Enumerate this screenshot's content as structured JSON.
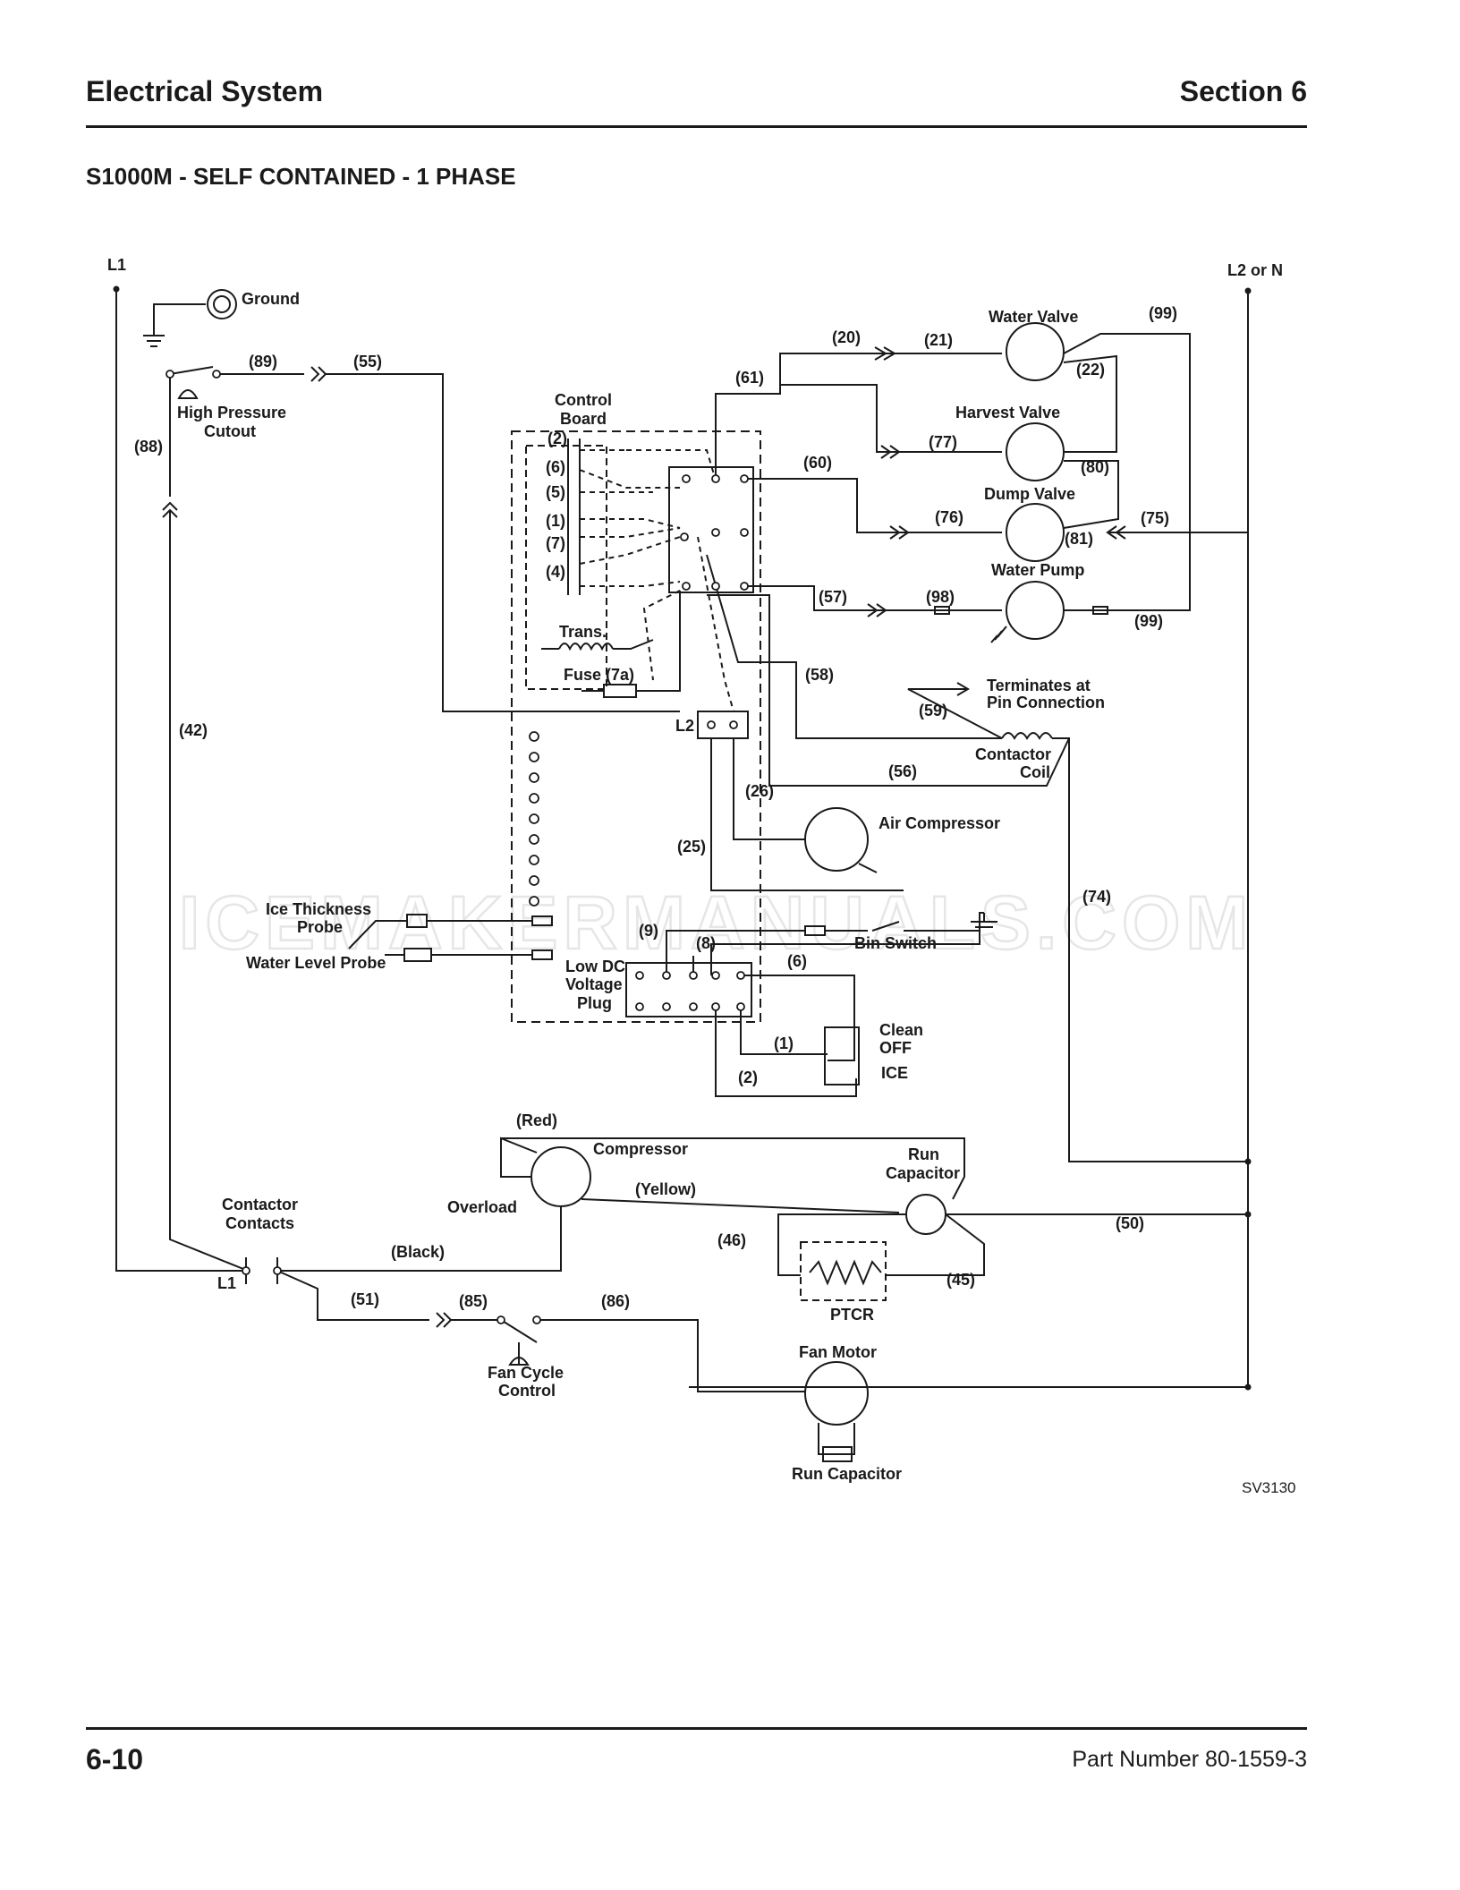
{
  "header": {
    "left": "Electrical System",
    "right": "Section 6"
  },
  "subtitle": "S1000M - SELF CONTAINED - 1 PHASE",
  "footer": {
    "page": "6-10",
    "part_number": "Part Number 80-1559-3"
  },
  "watermark": "ICEMAKERMANUALS.COM",
  "diagram": {
    "lines": {
      "l1": "L1",
      "l2": "L2 or N",
      "l1_bottom": "L1",
      "l2_board": "L2"
    },
    "components": {
      "ground": "Ground",
      "high_pressure_1": "High Pressure",
      "high_pressure_2": "Cutout",
      "control_board_1": "Control",
      "control_board_2": "Board",
      "water_valve": "Water Valve",
      "harvest_valve": "Harvest Valve",
      "dump_valve": "Dump Valve",
      "water_pump": "Water Pump",
      "trans": "Trans.",
      "fuse": "Fuse (7a)",
      "terminates_1": "Terminates at",
      "terminates_2": "Pin Connection",
      "contactor_coil_1": "Contactor",
      "contactor_coil_2": "Coil",
      "air_compressor": "Air Compressor",
      "ice_thickness_1": "Ice Thickness",
      "ice_thickness_2": "Probe",
      "water_level_probe": "Water Level Probe",
      "bin_switch": "Bin Switch",
      "low_dc_1": "Low DC",
      "low_dc_2": "Voltage",
      "low_dc_3": "Plug",
      "clean": "Clean",
      "off": "OFF",
      "ice": "ICE",
      "compressor": "Compressor",
      "overload": "Overload",
      "run_capacitor_1": "Run",
      "run_capacitor_2": "Capacitor",
      "contactor_contacts_1": "Contactor",
      "contactor_contacts_2": "Contacts",
      "ptcr": "PTCR",
      "fan_cycle_1": "Fan Cycle",
      "fan_cycle_2": "Control",
      "fan_motor": "Fan Motor",
      "fan_run_capacitor": "Run Capacitor",
      "drawing_code": "SV3130"
    },
    "wires": {
      "w89": "(89)",
      "w55": "(55)",
      "w88": "(88)",
      "w42": "(42)",
      "w20": "(20)",
      "w21": "(21)",
      "w99a": "(99)",
      "w22": "(22)",
      "w61": "(61)",
      "w77": "(77)",
      "w80": "(80)",
      "w60": "(60)",
      "w76": "(76)",
      "w81": "(81)",
      "w75": "(75)",
      "w57": "(57)",
      "w98": "(98)",
      "w99b": "(99)",
      "w58": "(58)",
      "w59": "(59)",
      "w56": "(56)",
      "w26": "(26)",
      "w25": "(25)",
      "w74": "(74)",
      "w9": "(9)",
      "w8": "(8)",
      "w6": "(6)",
      "w1": "(1)",
      "w2": "(2)",
      "c2": "(2)",
      "c6": "(6)",
      "c5": "(5)",
      "c1": "(1)",
      "c7": "(7)",
      "c4": "(4)",
      "red": "(Red)",
      "yellow": "(Yellow)",
      "black": "(Black)",
      "w46": "(46)",
      "w45": "(45)",
      "w50": "(50)",
      "w51": "(51)",
      "w85": "(85)",
      "w86": "(86)"
    }
  }
}
